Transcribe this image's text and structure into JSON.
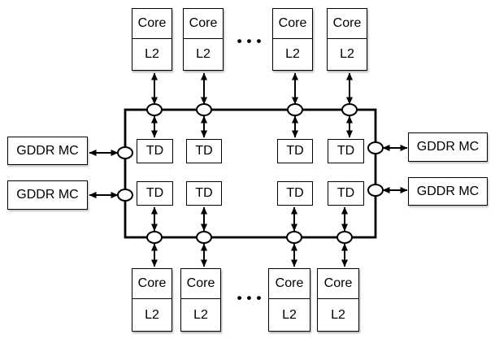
{
  "colors": {
    "line": "#000000",
    "background": "#ffffff"
  },
  "tiles_top": [
    {
      "core": "Core",
      "l2": "L2"
    },
    {
      "core": "Core",
      "l2": "L2"
    },
    {
      "core": "Core",
      "l2": "L2"
    },
    {
      "core": "Core",
      "l2": "L2"
    }
  ],
  "tiles_bottom": [
    {
      "core": "Core",
      "l2": "L2"
    },
    {
      "core": "Core",
      "l2": "L2"
    },
    {
      "core": "Core",
      "l2": "L2"
    },
    {
      "core": "Core",
      "l2": "L2"
    }
  ],
  "td_row1": [
    "TD",
    "TD",
    "TD",
    "TD"
  ],
  "td_row2": [
    "TD",
    "TD",
    "TD",
    "TD"
  ],
  "mc_left": [
    "GDDR MC",
    "GDDR MC"
  ],
  "mc_right": [
    "GDDR MC",
    "GDDR MC"
  ],
  "ellipsis_top": "•••",
  "ellipsis_bottom": "•••"
}
